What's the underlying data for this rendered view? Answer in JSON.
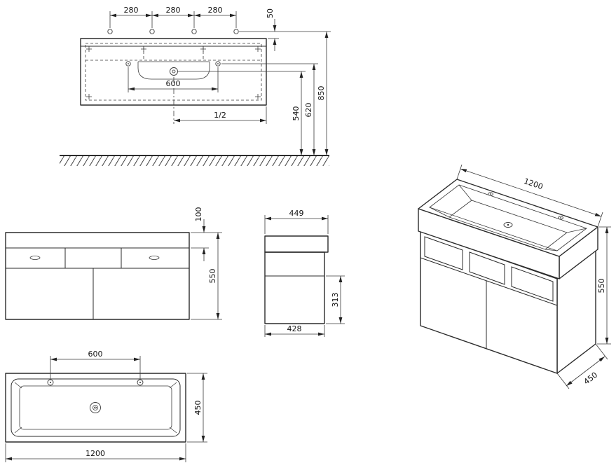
{
  "installation": {
    "spacing1": "280",
    "spacing2": "280",
    "spacing3": "280",
    "hole_offset": "50",
    "tap_spacing": "600",
    "half_label": "1/2",
    "drain_height": "540",
    "rim_height": "620",
    "mounting_height": "850"
  },
  "front": {
    "basin_height": "100",
    "total_height": "550"
  },
  "side": {
    "top_depth": "449",
    "body_depth": "428",
    "drawer_height": "313"
  },
  "perspective": {
    "width": "1200",
    "height": "550",
    "depth": "450"
  },
  "plan": {
    "tap_spacing": "600",
    "depth": "450",
    "width": "1200"
  }
}
